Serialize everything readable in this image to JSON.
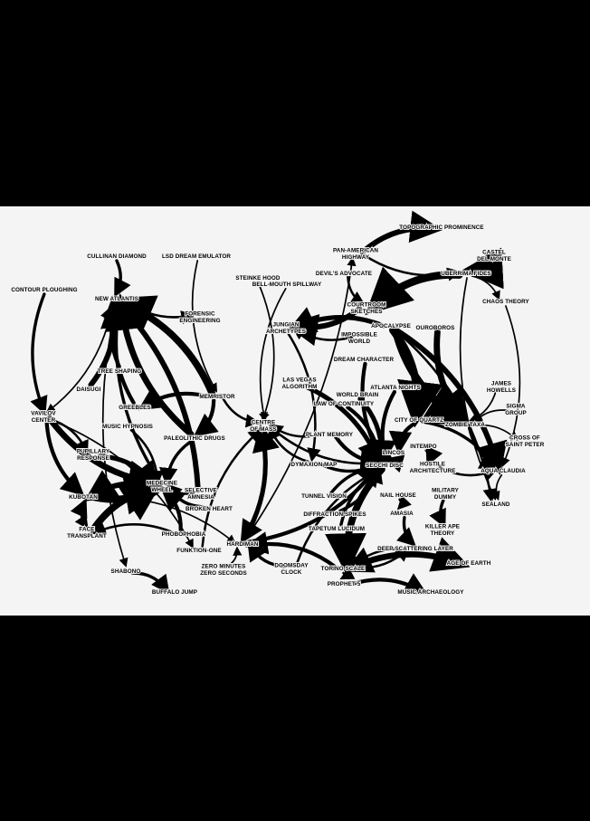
{
  "colors": {
    "background": "#000000",
    "paper": "#f4f4f4",
    "ink": "#000000"
  },
  "nodes": [
    {
      "id": "topographic_prominence",
      "lines": [
        "TOPOGRAPHIC PROMINENCE"
      ]
    },
    {
      "id": "pan_american_highway",
      "lines": [
        "PAN-AMERICAN",
        "HIGHWAY"
      ]
    },
    {
      "id": "castel_del_monte",
      "lines": [
        "CASTEL",
        "DEL MONTE"
      ]
    },
    {
      "id": "cullinan_diamond",
      "lines": [
        "CULLINAN DIAMOND"
      ]
    },
    {
      "id": "lsd_dream_emulator",
      "lines": [
        "LSD DREAM EMULATOR"
      ]
    },
    {
      "id": "uberrima_fides",
      "lines": [
        "UBERRIMA FIDES"
      ]
    },
    {
      "id": "devils_advocate",
      "lines": [
        "DEVIL'S ADVOCATE"
      ]
    },
    {
      "id": "steinke_hood",
      "lines": [
        "STEINKE HOOD"
      ]
    },
    {
      "id": "bell_mouth_spillway",
      "lines": [
        "BELL-MOUTH SPILLWAY"
      ]
    },
    {
      "id": "contour_ploughing",
      "lines": [
        "CONTOUR PLOUGHING"
      ]
    },
    {
      "id": "chaos_theory",
      "lines": [
        "CHAOS THEORY"
      ]
    },
    {
      "id": "new_atlantis",
      "lines": [
        "NEW ATLANTIS"
      ]
    },
    {
      "id": "courtroom_sketches",
      "lines": [
        "COURTROOM",
        "SKETCHES"
      ]
    },
    {
      "id": "forensic_engineering",
      "lines": [
        "FORENSIC",
        "ENGINEERING"
      ]
    },
    {
      "id": "apocalypse",
      "lines": [
        "APOCALYPSE"
      ]
    },
    {
      "id": "ouroboros",
      "lines": [
        "OUROBOROS"
      ]
    },
    {
      "id": "jungian_archetypes",
      "lines": [
        "JUNGIAN",
        "ARCHETYPES"
      ]
    },
    {
      "id": "impossible_world",
      "lines": [
        "IMPOSSIBLE",
        "WORLD"
      ]
    },
    {
      "id": "dream_character",
      "lines": [
        "DREAM CHARACTER"
      ]
    },
    {
      "id": "tree_shaping",
      "lines": [
        "TREE SHAPING"
      ]
    },
    {
      "id": "daisugi",
      "lines": [
        "DAISUGI"
      ]
    },
    {
      "id": "las_vegas_algorithm",
      "lines": [
        "LAS VEGAS",
        "ALGORITHM"
      ]
    },
    {
      "id": "james_howells",
      "lines": [
        "JAMES",
        "HOWELLS"
      ]
    },
    {
      "id": "atlanta_nights",
      "lines": [
        "ATLANTA NIGHTS"
      ]
    },
    {
      "id": "memristor",
      "lines": [
        "MEMRISTOR"
      ]
    },
    {
      "id": "world_brain",
      "lines": [
        "WORLD BRAIN"
      ]
    },
    {
      "id": "law_of_continuity",
      "lines": [
        "LAW OF CONTINUITY"
      ]
    },
    {
      "id": "sigma_group",
      "lines": [
        "SIGMA",
        "GROUP"
      ]
    },
    {
      "id": "vavilov_center",
      "lines": [
        "VAVILOV",
        "CENTER"
      ]
    },
    {
      "id": "greebles",
      "lines": [
        "GREEBLES"
      ]
    },
    {
      "id": "city_of_quartz",
      "lines": [
        "CITY OF QUARTZ"
      ]
    },
    {
      "id": "zombie_taxa",
      "lines": [
        "ZOMBIE TAXA"
      ]
    },
    {
      "id": "music_hypnosis",
      "lines": [
        "MUSIC HYPNOSIS"
      ]
    },
    {
      "id": "centre_of_mass",
      "lines": [
        "CENTRE",
        "OF MASS"
      ]
    },
    {
      "id": "cross_of_saint_peter",
      "lines": [
        "CROSS OF",
        "SAINT PETER"
      ]
    },
    {
      "id": "plant_memory",
      "lines": [
        "PLANT MEMORY"
      ]
    },
    {
      "id": "paleolithic_drugs",
      "lines": [
        "PALEOLITHIC DRUGS"
      ]
    },
    {
      "id": "intempo",
      "lines": [
        "INTEMPO"
      ]
    },
    {
      "id": "lincos",
      "lines": [
        "LINCOS"
      ]
    },
    {
      "id": "pupillary_response",
      "lines": [
        "PUPILLARY",
        "RESPONSE"
      ]
    },
    {
      "id": "dymaxion_map",
      "lines": [
        "DYMAXION MAP"
      ]
    },
    {
      "id": "secchi_disc",
      "lines": [
        "SECCHI DISC"
      ]
    },
    {
      "id": "hostile_architecture",
      "lines": [
        "HOSTILE",
        "ARCHITECTURE"
      ]
    },
    {
      "id": "aqua_claudia",
      "lines": [
        "AQUA CLAUDIA"
      ]
    },
    {
      "id": "medecine_wheel",
      "lines": [
        "MEDECINE",
        "WHEEL"
      ]
    },
    {
      "id": "selective_amnesia",
      "lines": [
        "SELECTIVE",
        "AMNESIA"
      ]
    },
    {
      "id": "kubotan",
      "lines": [
        "KUBOTAN"
      ]
    },
    {
      "id": "tunnel_vision",
      "lines": [
        "TUNNEL VISION"
      ]
    },
    {
      "id": "nail_house",
      "lines": [
        "NAIL HOUSE"
      ]
    },
    {
      "id": "military_dummy",
      "lines": [
        "MILITARY",
        "DUMMY"
      ]
    },
    {
      "id": "sealand",
      "lines": [
        "SEALAND"
      ]
    },
    {
      "id": "broken_heart",
      "lines": [
        "BROKEN HEART"
      ]
    },
    {
      "id": "diffraction_spikes",
      "lines": [
        "DIFFRACTION SPIKES"
      ]
    },
    {
      "id": "amasia",
      "lines": [
        "AMASIA"
      ]
    },
    {
      "id": "tapetum_lucidum",
      "lines": [
        "TAPETUM LUCIDUM"
      ]
    },
    {
      "id": "face_transplant",
      "lines": [
        "FACE",
        "TRANSPLANT"
      ]
    },
    {
      "id": "phobophobia",
      "lines": [
        "PHOBOPHOBIA"
      ]
    },
    {
      "id": "killer_ape_theory",
      "lines": [
        "KILLER APE",
        "THEORY"
      ]
    },
    {
      "id": "hardiman",
      "lines": [
        "HARDIMAN"
      ]
    },
    {
      "id": "funktion_one",
      "lines": [
        "FUNKTION-ONE"
      ]
    },
    {
      "id": "deep_scattering_layer",
      "lines": [
        "DEEP SCATTERING LAYER"
      ]
    },
    {
      "id": "age_of_earth",
      "lines": [
        "AGE OF EARTH"
      ]
    },
    {
      "id": "shabono",
      "lines": [
        "SHABONO"
      ]
    },
    {
      "id": "zero_minutes_zero_seconds",
      "lines": [
        "ZERO MINUTES",
        "ZERO SECONDS"
      ]
    },
    {
      "id": "doomsday_clock",
      "lines": [
        "DOOMSDAY",
        "CLOCK"
      ]
    },
    {
      "id": "torino_scale",
      "lines": [
        "TORINO SCALE"
      ]
    },
    {
      "id": "prophet_5",
      "lines": [
        "PROPHET 5"
      ]
    },
    {
      "id": "buffalo_jump",
      "lines": [
        "BUFFALO JUMP"
      ]
    },
    {
      "id": "music_archaeology",
      "lines": [
        "MUSIC ARCHAEOLOGY"
      ]
    }
  ],
  "edges": [
    {
      "from": "cullinan_diamond",
      "to": "new_atlantis",
      "w": 4
    },
    {
      "from": "contour_ploughing",
      "to": "vavilov_center",
      "w": 4
    },
    {
      "from": "new_atlantis",
      "to": "vavilov_center",
      "w": 2
    },
    {
      "from": "memristor",
      "to": "new_atlantis",
      "w": 9
    },
    {
      "from": "paleolithic_drugs",
      "to": "new_atlantis",
      "w": 8
    },
    {
      "from": "selective_amnesia",
      "to": "new_atlantis",
      "w": 7
    },
    {
      "from": "greebles",
      "to": "new_atlantis",
      "w": 5
    },
    {
      "from": "daisugi",
      "to": "new_atlantis",
      "w": 7
    },
    {
      "from": "tree_shaping",
      "to": "new_atlantis",
      "w": 5
    },
    {
      "from": "new_atlantis",
      "to": "forensic_engineering",
      "w": 3
    },
    {
      "from": "medecine_wheel",
      "to": "new_atlantis",
      "w": 4
    },
    {
      "from": "vavilov_center",
      "to": "medecine_wheel",
      "w": 8
    },
    {
      "from": "pupillary_response",
      "to": "medecine_wheel",
      "w": 6
    },
    {
      "from": "kubotan",
      "to": "medecine_wheel",
      "w": 9
    },
    {
      "from": "face_transplant",
      "to": "medecine_wheel",
      "w": 9
    },
    {
      "from": "medecine_wheel",
      "to": "kubotan",
      "w": 7
    },
    {
      "from": "broken_heart",
      "to": "medecine_wheel",
      "w": 4
    },
    {
      "from": "phobophobia",
      "to": "medecine_wheel",
      "w": 5
    },
    {
      "from": "selective_amnesia",
      "to": "medecine_wheel",
      "w": 3
    },
    {
      "from": "paleolithic_drugs",
      "to": "medecine_wheel",
      "w": 4
    },
    {
      "from": "music_hypnosis",
      "to": "medecine_wheel",
      "w": 3
    },
    {
      "from": "vavilov_center",
      "to": "kubotan",
      "w": 5
    },
    {
      "from": "vavilov_center",
      "to": "pupillary_response",
      "w": 3
    },
    {
      "from": "kubotan",
      "to": "face_transplant",
      "w": 3
    },
    {
      "from": "face_transplant",
      "to": "kubotan",
      "w": 4
    },
    {
      "from": "phobophobia",
      "to": "face_transplant",
      "w": 3
    },
    {
      "from": "shabono",
      "to": "buffalo_jump",
      "w": 4
    },
    {
      "from": "lsd_dream_emulator",
      "to": "memristor",
      "w": 2
    },
    {
      "from": "memristor",
      "to": "paleolithic_drugs",
      "w": 5
    },
    {
      "from": "memristor",
      "to": "greebles",
      "w": 5
    },
    {
      "from": "steinke_hood",
      "to": "centre_of_mass",
      "w": 2
    },
    {
      "from": "bell_mouth_spillway",
      "to": "centre_of_mass",
      "w": 2
    },
    {
      "from": "centre_of_mass",
      "to": "hardiman",
      "w": 5
    },
    {
      "from": "hardiman",
      "to": "centre_of_mass",
      "w": 6
    },
    {
      "from": "funktion_one",
      "to": "centre_of_mass",
      "w": 3
    },
    {
      "from": "memristor",
      "to": "centre_of_mass",
      "w": 3
    },
    {
      "from": "dymaxion_map",
      "to": "centre_of_mass",
      "w": 3
    },
    {
      "from": "hardiman",
      "to": "secchi_disc",
      "w": 5
    },
    {
      "from": "doomsday_clock",
      "to": "hardiman",
      "w": 4
    },
    {
      "from": "torino_scale",
      "to": "hardiman",
      "w": 5
    },
    {
      "from": "pan_american_highway",
      "to": "topographic_prominence",
      "w": 7
    },
    {
      "from": "pan_american_highway",
      "to": "uberrima_fides",
      "w": 3
    },
    {
      "from": "castel_del_monte",
      "to": "uberrima_fides",
      "w": 9
    },
    {
      "from": "uberrima_fides",
      "to": "courtroom_sketches",
      "w": 10
    },
    {
      "from": "uberrima_fides",
      "to": "chaos_theory",
      "w": 2
    },
    {
      "from": "devils_advocate",
      "to": "courtroom_sketches",
      "w": 3
    },
    {
      "from": "courtroom_sketches",
      "to": "jungian_archetypes",
      "w": 7
    },
    {
      "from": "apocalypse",
      "to": "jungian_archetypes",
      "w": 6
    },
    {
      "from": "impossible_world",
      "to": "jungian_archetypes",
      "w": 3
    },
    {
      "from": "apocalypse",
      "to": "zombie_taxa",
      "w": 10
    },
    {
      "from": "apocalypse",
      "to": "city_of_quartz",
      "w": 10
    },
    {
      "from": "ouroboros",
      "to": "zombie_taxa",
      "w": 8
    },
    {
      "from": "apocalypse",
      "to": "aqua_claudia",
      "w": 7
    },
    {
      "from": "zombie_taxa",
      "to": "aqua_claudia",
      "w": 5
    },
    {
      "from": "city_of_quartz",
      "to": "aqua_claudia",
      "w": 4
    },
    {
      "from": "city_of_quartz",
      "to": "lincos",
      "w": 5
    },
    {
      "from": "lincos",
      "to": "secchi_disc",
      "w": 4
    },
    {
      "from": "atlanta_nights",
      "to": "secchi_disc",
      "w": 5
    },
    {
      "from": "world_brain",
      "to": "secchi_disc",
      "w": 6
    },
    {
      "from": "plant_memory",
      "to": "secchi_disc",
      "w": 5
    },
    {
      "from": "las_vegas_algorithm",
      "to": "secchi_disc",
      "w": 6
    },
    {
      "from": "dream_character",
      "to": "secchi_disc",
      "w": 5
    },
    {
      "from": "law_of_continuity",
      "to": "secchi_disc",
      "w": 5
    },
    {
      "from": "secchi_disc",
      "to": "torino_scale",
      "w": 9
    },
    {
      "from": "tunnel_vision",
      "to": "secchi_disc",
      "w": 4
    },
    {
      "from": "diffraction_spikes",
      "to": "secchi_disc",
      "w": 4
    },
    {
      "from": "tapetum_lucidum",
      "to": "secchi_disc",
      "w": 4
    },
    {
      "from": "amasia",
      "to": "deep_scattering_layer",
      "w": 4
    },
    {
      "from": "torino_scale",
      "to": "age_of_earth",
      "w": 8
    },
    {
      "from": "age_of_earth",
      "to": "torino_scale",
      "w": 6
    },
    {
      "from": "prophet_5",
      "to": "music_archaeology",
      "w": 5
    },
    {
      "from": "military_dummy",
      "to": "killer_ape_theory",
      "w": 4
    },
    {
      "from": "intempo",
      "to": "hostile_architecture",
      "w": 4
    },
    {
      "from": "hostile_architecture",
      "to": "aqua_claudia",
      "w": 3
    },
    {
      "from": "james_howells",
      "to": "zombie_taxa",
      "w": 2
    },
    {
      "from": "sigma_group",
      "to": "zombie_taxa",
      "w": 2
    },
    {
      "from": "zombie_taxa",
      "to": "cross_of_saint_peter",
      "w": 2
    },
    {
      "from": "aqua_claudia",
      "to": "sealand",
      "w": 2
    },
    {
      "from": "nail_house",
      "to": "amasia",
      "w": 3
    },
    {
      "from": "dymaxion_map",
      "to": "secchi_disc",
      "w": 4
    },
    {
      "from": "torino_scale",
      "to": "prophet_5",
      "w": 3
    },
    {
      "from": "hardiman",
      "to": "pan_american_highway",
      "w": 2
    },
    {
      "from": "kubotan",
      "to": "hardiman",
      "w": 2
    },
    {
      "from": "zero_minutes_zero_seconds",
      "to": "hardiman",
      "w": 2
    },
    {
      "from": "jungian_archetypes",
      "to": "dymaxion_map",
      "w": 3
    },
    {
      "from": "uberrima_fides",
      "to": "sealand",
      "w": 2
    },
    {
      "from": "chaos_theory",
      "to": "aqua_claudia",
      "w": 2
    },
    {
      "from": "new_atlantis",
      "to": "shabono",
      "w": 2
    },
    {
      "from": "vavilov_center",
      "to": "funktion_one",
      "w": 2
    },
    {
      "from": "deep_scattering_layer",
      "to": "torino_scale",
      "w": 3
    },
    {
      "from": "apocalypse",
      "to": "sealand",
      "w": 3
    },
    {
      "from": "centre_of_mass",
      "to": "secchi_disc",
      "w": 3
    },
    {
      "from": "plant_memory",
      "to": "centre_of_mass",
      "w": 3
    },
    {
      "from": "torino_scale",
      "to": "deep_scattering_layer",
      "w": 3
    },
    {
      "from": "doomsday_clock",
      "to": "secchi_disc",
      "w": 3
    }
  ]
}
